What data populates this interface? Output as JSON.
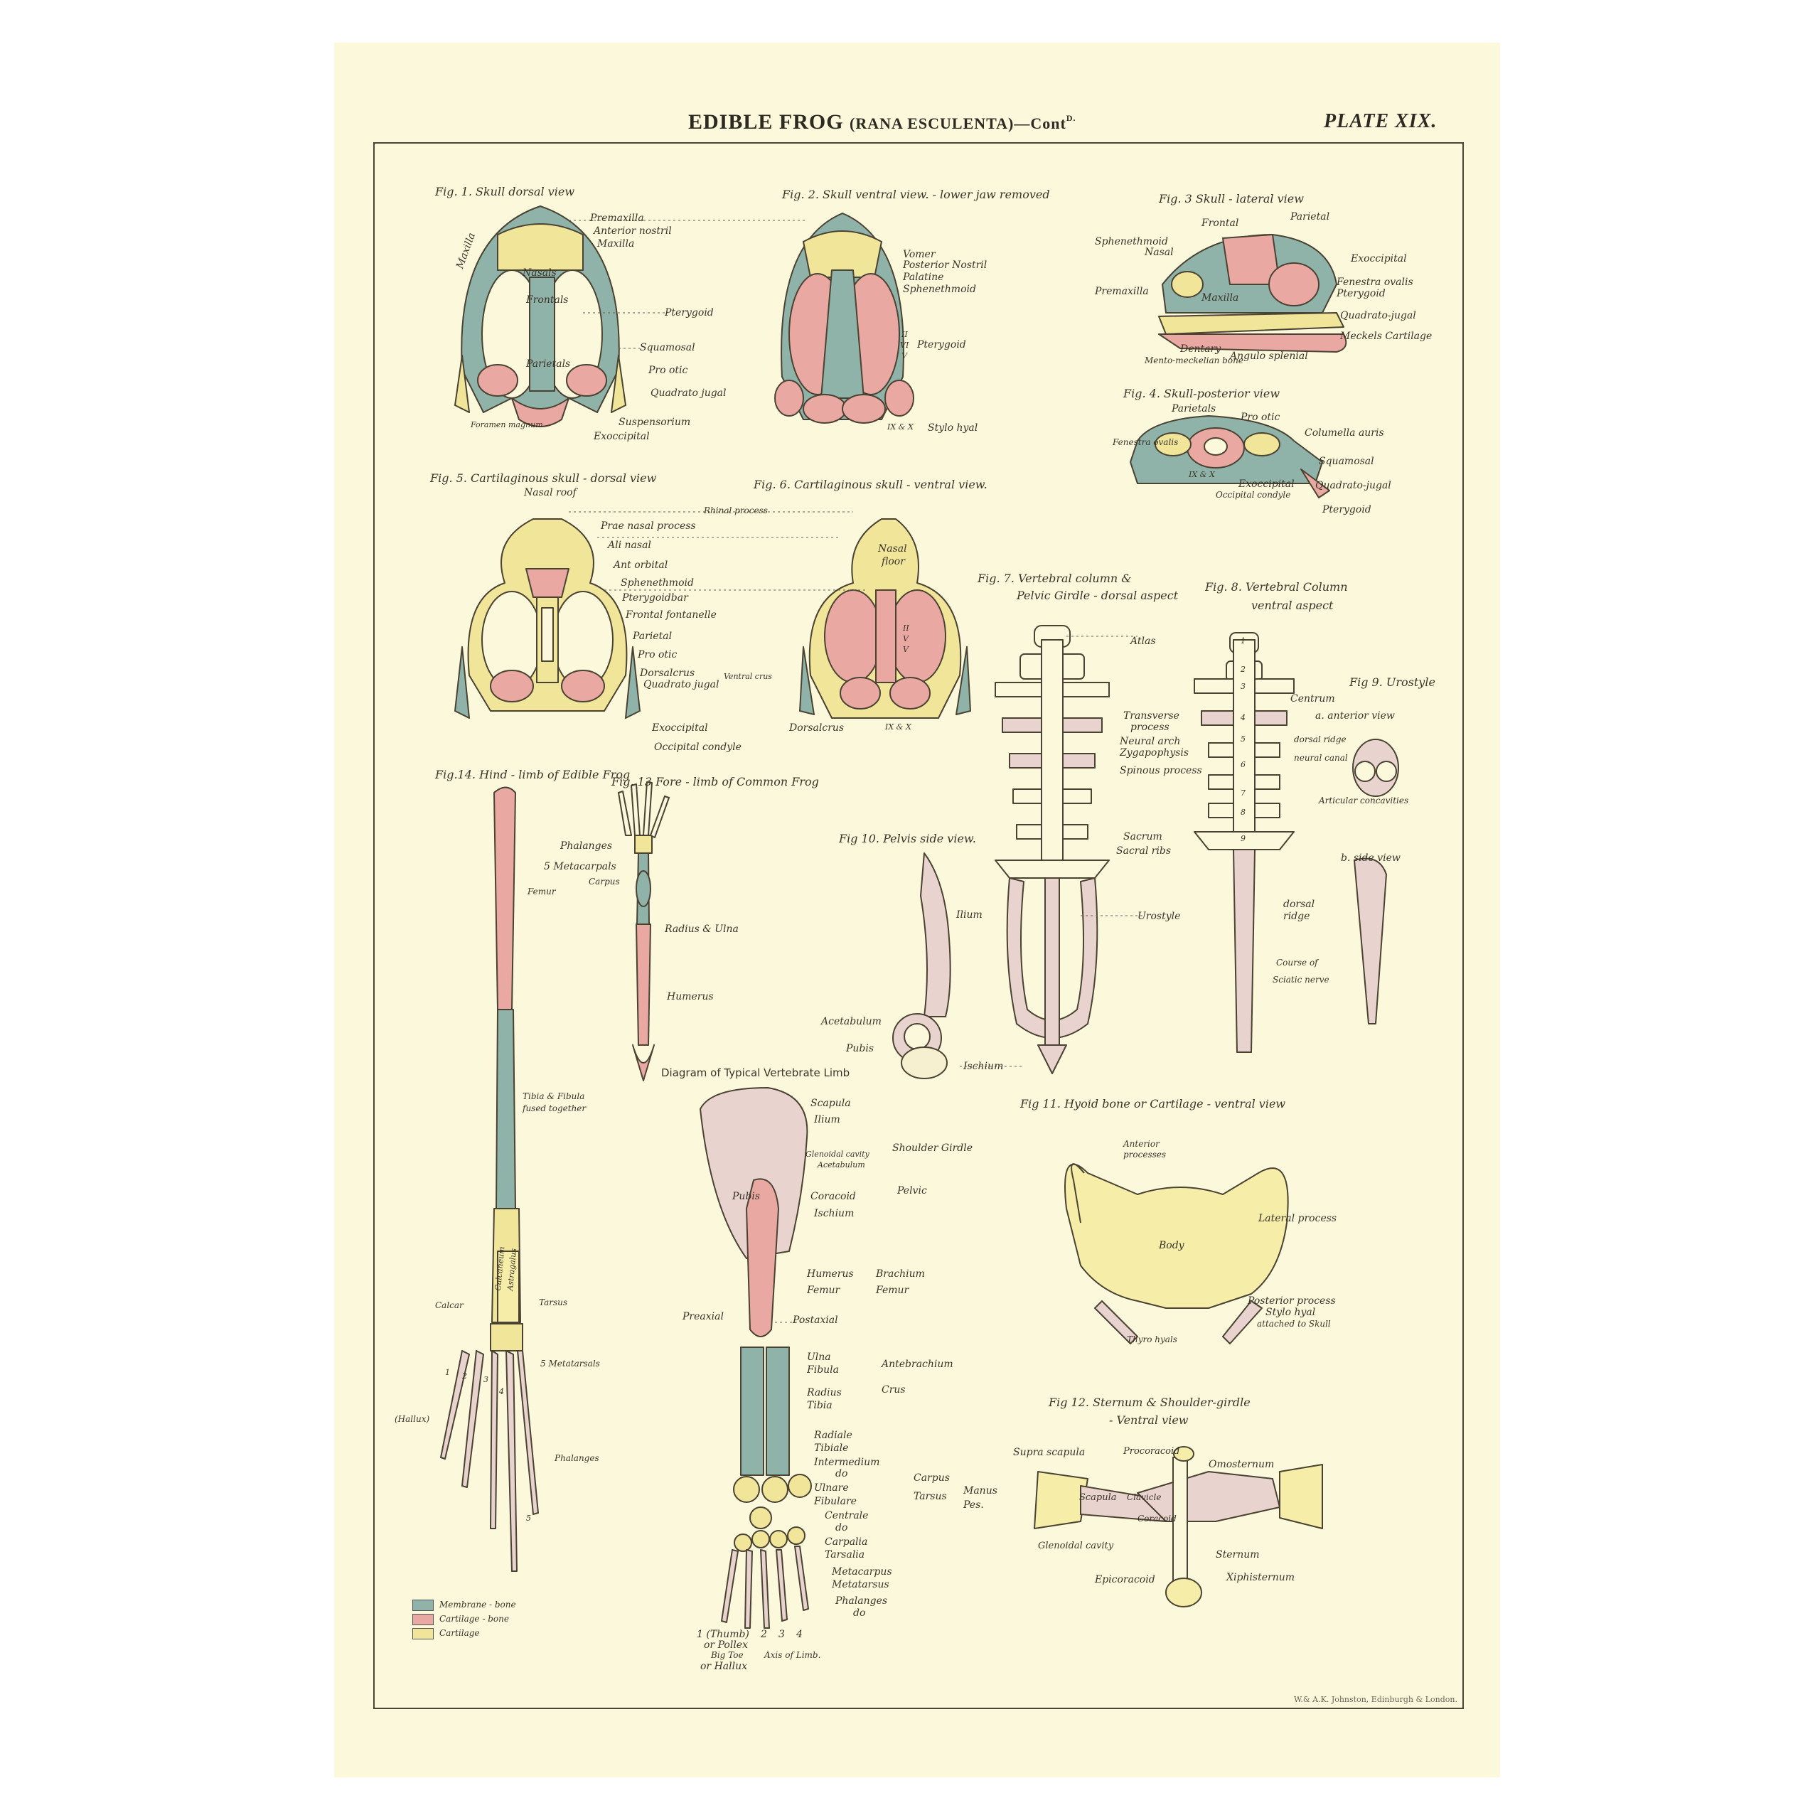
{
  "header": {
    "title_main": "EDIBLE FROG",
    "title_sub": "(RANA ESCULENTA)",
    "title_cont": "—Cont",
    "title_cont_sup": "D.",
    "plate": "PLATE XIX."
  },
  "colors": {
    "paper": "#fbf8dc",
    "membrane_bone": "#8fb3a8",
    "cartilage_bone": "#e9a9a2",
    "cartilage": "#f1e59a",
    "ink": "#3a3428"
  },
  "figures": {
    "fig1": {
      "title": "Fig. 1.   Skull dorsal view",
      "labels": [
        "Premaxilla",
        "Anterior nostril",
        "Maxilla",
        "Maxilla",
        "Nasals",
        "Frontals",
        "Pterygoid",
        "Squamosal",
        "Parietals",
        "Pro otic",
        "Quadrato jugal",
        "Suspensorium",
        "Foramen magnum",
        "Exoccipital"
      ]
    },
    "fig2": {
      "title": "Fig. 2.   Skull ventral view. - lower jaw removed",
      "labels": [
        "Vomer",
        "Posterior Nostril",
        "Palatine",
        "Sphenethmoid",
        "Pterygoid",
        "IX & X",
        "Stylo hyal",
        "II",
        "VI",
        "V"
      ]
    },
    "fig3": {
      "title": "Fig. 3  Skull - lateral view",
      "labels": [
        "Frontal",
        "Parietal",
        "Sphenethmoid",
        "Nasal",
        "Exoccipital",
        "Fenestra ovalis",
        "Pterygoid",
        "Premaxilla",
        "Maxilla",
        "Quadrato-jugal",
        "Meckels Cartilage",
        "Dentary",
        "Angulo splenial",
        "Mento-meckelian bone"
      ]
    },
    "fig4": {
      "title": "Fig. 4.  Skull-posterior view",
      "labels": [
        "Parietals",
        "Pro otic",
        "Columella auris",
        "Fenestra ovalis",
        "Squamosal",
        "IX & X",
        "Exoccipital",
        "Quadrato-jugal",
        "Occipital condyle",
        "Pterygoid"
      ]
    },
    "fig5": {
      "title": "Fig. 5.   Cartilaginous skull - dorsal view",
      "labels": [
        "Nasal roof",
        "Rhinal process",
        "Prae nasal process",
        "Ali nasal",
        "Ant orbital",
        "Sphenethmoid",
        "Pterygoidbar",
        "Frontal fontanelle",
        "Parietal",
        "Pro otic",
        "Dorsalcrus",
        "Quadrato jugal",
        "Ventral crus",
        "Exoccipital",
        "Occipital condyle"
      ]
    },
    "fig6": {
      "title": "Fig. 6.   Cartilaginous skull - ventral view.",
      "labels": [
        "Nasal",
        "floor",
        "II",
        "V",
        "V",
        "Dorsalcrus",
        "IX & X"
      ]
    },
    "fig7": {
      "title": "Fig. 7.  Vertebral column &",
      "title2": "Pelvic Girdle - dorsal aspect",
      "labels": [
        "Atlas",
        "Transverse",
        "process",
        "Neural arch",
        "Zygapophysis",
        "Spinous process",
        "Sacrum",
        "Sacral ribs",
        "Urostyle",
        "Ischium"
      ]
    },
    "fig8": {
      "title": "Fig. 8.   Vertebral Column",
      "title2": "ventral aspect",
      "labels": [
        "1",
        "2",
        "3",
        "4",
        "5",
        "6",
        "7",
        "8",
        "9"
      ]
    },
    "fig9": {
      "title": "Fig 9.  Urostyle",
      "labels": [
        "Centrum",
        "a. anterior view",
        "dorsal ridge",
        "neural canal",
        "Articular concavities",
        "b. side view",
        "dorsal",
        "ridge",
        "Course of",
        "Sciatic nerve"
      ]
    },
    "fig10": {
      "title": "Fig 10.  Pelvis side view.",
      "labels": [
        "Ilium",
        "Acetabulum",
        "Pubis"
      ]
    },
    "fig11": {
      "title": "Fig 11.   Hyoid bone or Cartilage  -  ventral view",
      "labels": [
        "Anterior",
        "processes",
        "Lateral process",
        "Body",
        "Posterior process",
        "Stylo hyal",
        "attached to Skull",
        "Thyro hyals"
      ]
    },
    "fig12": {
      "title": "Fig 12.   Sternum & Shoulder-girdle",
      "title2": "- Ventral view",
      "labels": [
        "Supra scapula",
        "Procoracoid",
        "Omosternum",
        "Scapula",
        "Clavicle",
        "Coracoid",
        "Glenoidal cavity",
        "Sternum",
        "Epicoracoid",
        "Xiphisternum"
      ]
    },
    "fig13": {
      "title": "Fig. 13   Fore - limb  of Common Frog",
      "labels": [
        "Phalanges",
        "5 Metacarpals",
        "Carpus",
        "Radius & Ulna",
        "Humerus"
      ]
    },
    "fig14": {
      "title": "Fig.14.  Hind - limb  of Edible Frog",
      "labels": [
        "Femur",
        "Tibia & Fibula",
        "fused together",
        "Astragalus",
        "Calcaneum",
        "Calcar",
        "Tarsus",
        "5 Metatarsals",
        "(Hallux)",
        "Phalanges",
        "1",
        "2",
        "3",
        "4",
        "5"
      ]
    },
    "diagram": {
      "title": "Diagram of Typical Vertebrate Limb",
      "labels": [
        "Scapula",
        "Ilium",
        "Shoulder Girdle",
        "Glenoidal cavity",
        "Acetabulum",
        "Pelvic",
        "Coracoid",
        "Ischium",
        "Pubis",
        "Humerus",
        "Femur",
        "Brachium",
        "Femur",
        "Preaxial",
        "Postaxial",
        "Ulna",
        "Fibula",
        "Antebrachium",
        "Radius",
        "Tibia",
        "Crus",
        "Radiale",
        "Tibiale",
        "Intermedium",
        "do",
        "Ulnare",
        "Fibulare",
        "Carpus",
        "Tarsus",
        "Manus",
        "Pes.",
        "Centrale",
        "do",
        "Carpalia",
        "Tarsalia",
        "Metacarpus",
        "Metatarsus",
        "Phalanges",
        "do",
        "1 (Thumb)",
        "or Pollex",
        "Big Toe",
        "or Hallux",
        "2",
        "3",
        "4",
        "Axis of Limb."
      ]
    }
  },
  "legend": [
    {
      "label": "Membrane - bone"
    },
    {
      "label": "Cartilage - bone"
    },
    {
      "label": "Cartilage"
    }
  ],
  "credit": "W.& A.K. Johnston, Edinburgh & London."
}
